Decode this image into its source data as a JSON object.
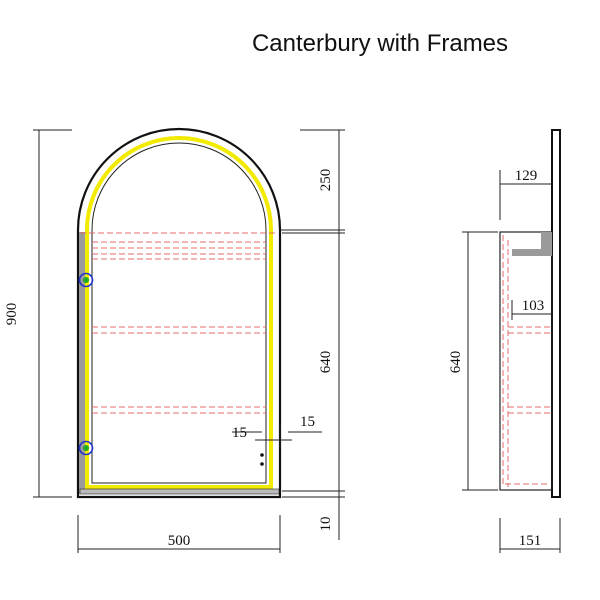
{
  "title": "Canterbury with Frames",
  "colors": {
    "led_strip": "#f2ea00",
    "hidden_lines": "#e06b6b",
    "hinge_marker": "#2233cc",
    "hinge_center": "#22aa22",
    "outline": "#111111"
  },
  "front_view": {
    "dimensions": {
      "overall_height": "900",
      "arch_height": "250",
      "cabinet_height": "640",
      "bottom_gap": "10",
      "width": "500",
      "offset_left": "15",
      "offset_right": "15"
    }
  },
  "side_view": {
    "dimensions": {
      "top_depth": "129",
      "shelf_depth": "103",
      "cabinet_height": "640",
      "overall_depth": "151"
    }
  }
}
